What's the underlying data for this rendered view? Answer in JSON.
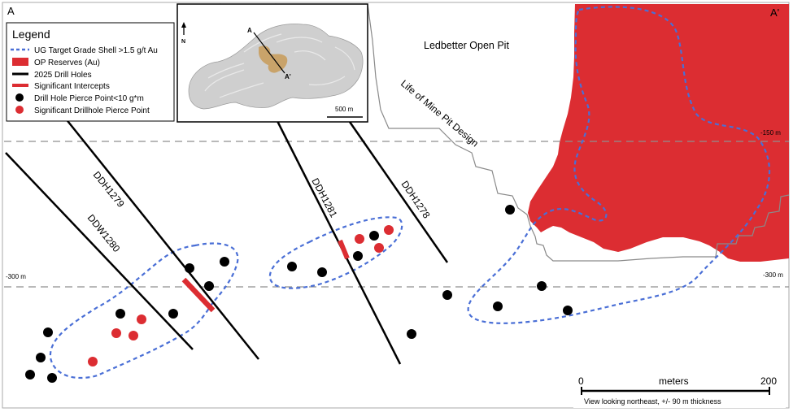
{
  "section": {
    "left_label": "A",
    "right_label": "A'"
  },
  "legend": {
    "title": "Legend",
    "items": [
      {
        "label": "UG Target Grade Shell >1.5 g/t Au",
        "symbol": "dashed-blue-line-icon"
      },
      {
        "label": "OP Reserves (Au)",
        "symbol": "red-square-icon"
      },
      {
        "label": "2025 Drill Holes",
        "symbol": "black-line-icon"
      },
      {
        "label": "Significant Intercepts",
        "symbol": "red-bar-icon"
      },
      {
        "label": "Drill Hole Pierce Point<10 g*m",
        "symbol": "black-dot-icon"
      },
      {
        "label": "Significant Drillhole Pierce Point",
        "symbol": "red-dot-icon"
      }
    ]
  },
  "inset": {
    "north_label": "N",
    "section_start": "A",
    "section_end": "A'",
    "scale_label": "500 m"
  },
  "labels": {
    "open_pit": "Ledbetter Open Pit",
    "pit_design": "Life of Mine Pit Design",
    "level_150": "-150 m",
    "level_300_left": "-300 m",
    "level_300_right": "-300 m"
  },
  "drill_holes": [
    "DDH1279",
    "DDW1280",
    "DDH1281",
    "DDH1278"
  ],
  "scale_bar": {
    "start": "0",
    "unit": "meters",
    "end": "200",
    "note": "View looking northeast, +/- 90 m thickness"
  },
  "colors": {
    "reserves": "#dc2d32",
    "shell": "#4a6fd6",
    "drillhole": "#000000",
    "intercept": "#dc2d32",
    "pit_design": "#8a8a8a",
    "level_line": "#8f8f8f"
  }
}
